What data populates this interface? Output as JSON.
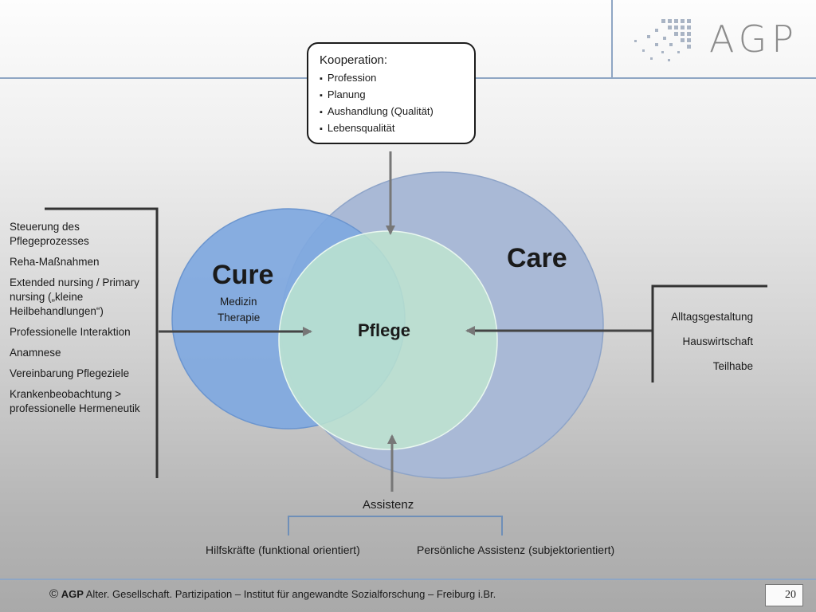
{
  "logo": {
    "text": "AGP"
  },
  "cooperation": {
    "title": "Kooperation:",
    "items": [
      "Profession",
      "Planung",
      "Aushandlung (Qualität)",
      "Lebensqualität"
    ]
  },
  "circles": {
    "care": {
      "label": "Care",
      "color": "#a9b9d6"
    },
    "cure": {
      "label": "Cure",
      "sub1": "Medizin",
      "sub2": "Therapie",
      "color": "#7fa8df"
    },
    "pflege": {
      "label": "Pflege",
      "color": "#bfe6d0"
    }
  },
  "left_list": [
    "Steuerung des Pflegeprozesses",
    "Reha-Maßnahmen",
    "Extended nursing / Primary nursing („kleine Heilbehandlungen“)",
    "Professionelle Interaktion",
    "Anamnese",
    "Vereinbarung Pflegeziele",
    "Krankenbeobachtung > professionelle Hermeneutik"
  ],
  "right_list": [
    "Alltagsgestaltung",
    "Hauswirtschaft",
    "Teilhabe"
  ],
  "assistenz": {
    "label": "Assistenz",
    "left": "Hilfskräfte (funktional orientiert)",
    "right": "Persönliche Assistenz  (subjektorientiert)"
  },
  "footer": {
    "copyright": "©",
    "brand": "AGP",
    "text": " Alter. Gesellschaft. Partizipation – Institut für angewandte Sozialforschung – Freiburg i.Br."
  },
  "page_number": "20"
}
